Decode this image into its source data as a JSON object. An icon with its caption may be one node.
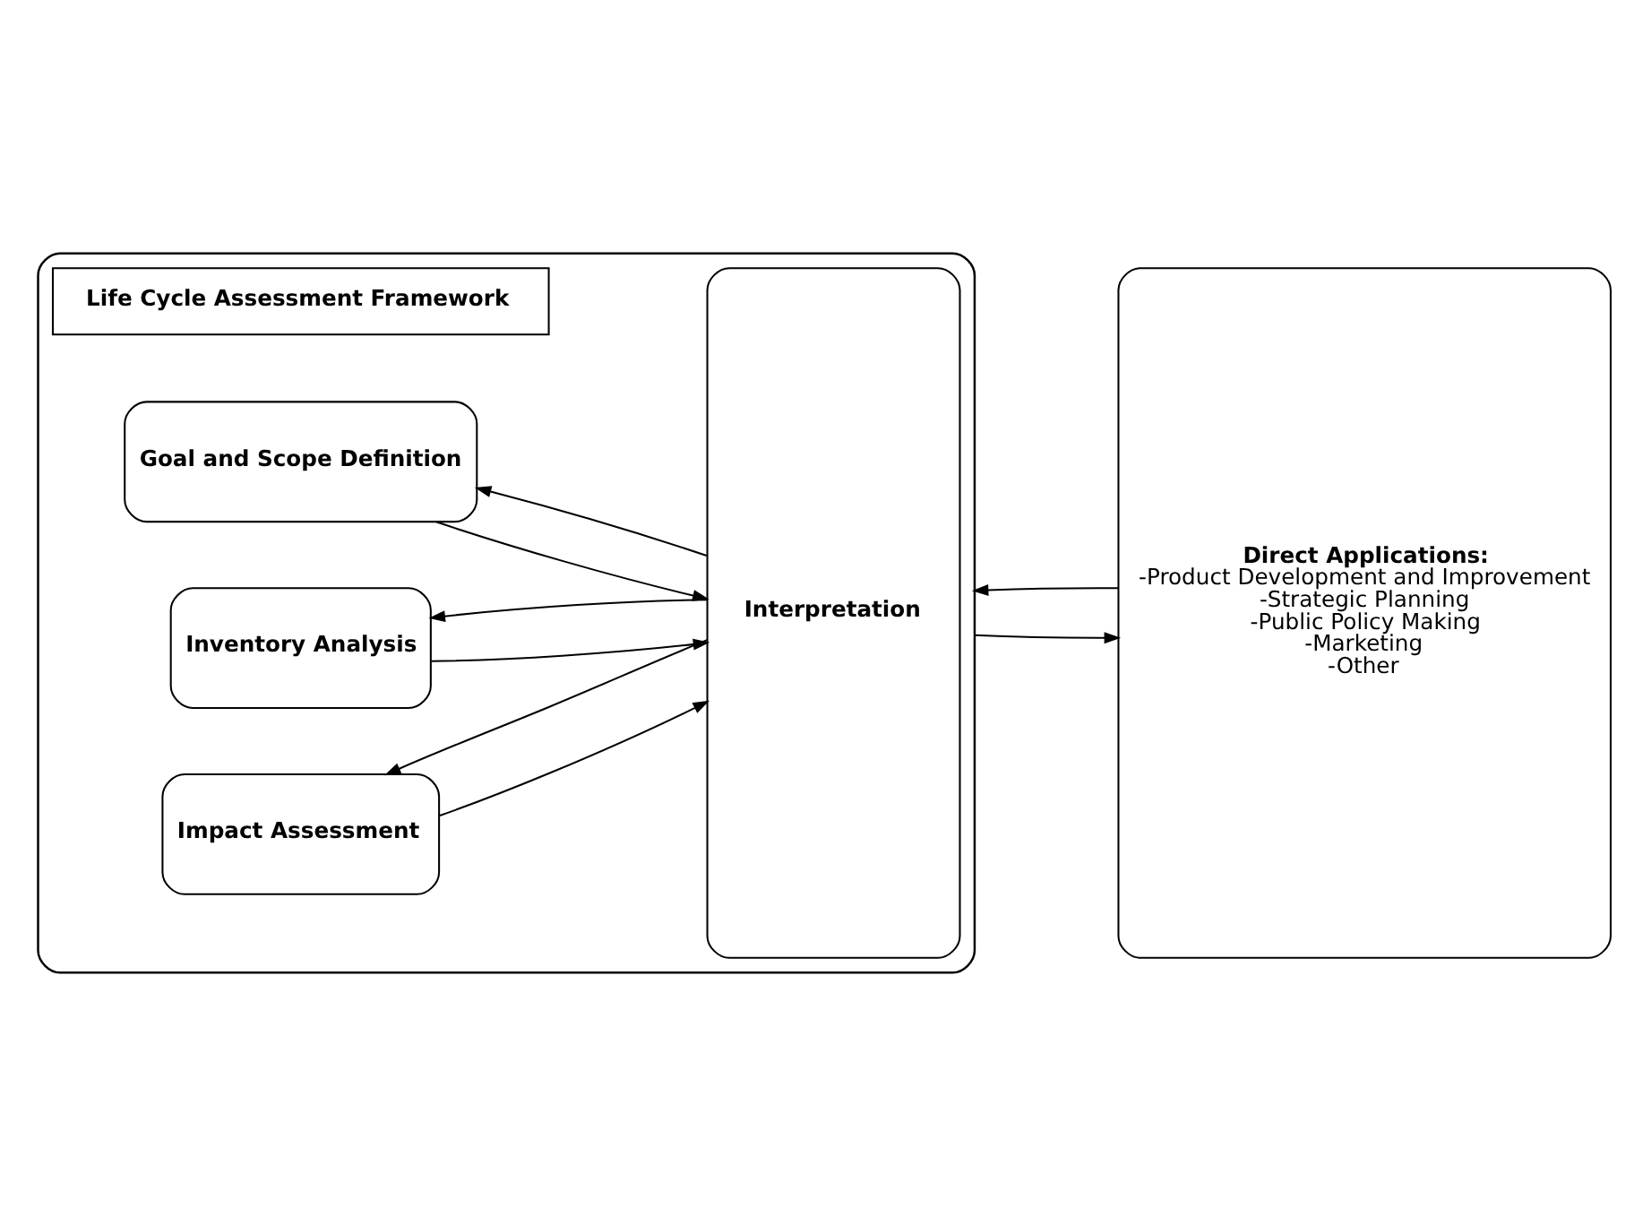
{
  "diagram": {
    "nodes": [
      {
        "text": [],
        "shape": "box"
      },
      {
        "text": [
          "Life Cycle Assessment Framework"
        ],
        "in": 0
      },
      {
        "text": [
          "Goal and Scope Definition"
        ],
        "in": 0
      },
      {
        "text": [
          "Inventory Analysis"
        ],
        "in": 0
      },
      {
        "text": [
          "Impact Assessment"
        ],
        "in": 0
      },
      {
        "text": [
          "Interpretation"
        ],
        "in": 0
      },
      {
        "text": [
          "Direct Applications:",
          "-Product Development and Improvement",
          "-Strategic Planning",
          "-Public Policy Making",
          "-Marketing",
          "-Other"
        ]
      }
    ],
    "edges": [
      {
        "from": 2,
        "to": 5,
        "arrow": "to"
      },
      {
        "from": 5,
        "to": 2,
        "arrow": "to"
      },
      {
        "from": 3,
        "to": 5,
        "arrow": "to"
      },
      {
        "from": 5,
        "to": 3,
        "arrow": "to"
      },
      {
        "from": 4,
        "to": 5,
        "arrow": "to"
      },
      {
        "from": 5,
        "to": 4,
        "arrow": "to"
      },
      {
        "from": 0,
        "to": 6,
        "arrow": "to"
      },
      {
        "from": 6,
        "to": 0,
        "arrow": "to"
      }
    ]
  }
}
